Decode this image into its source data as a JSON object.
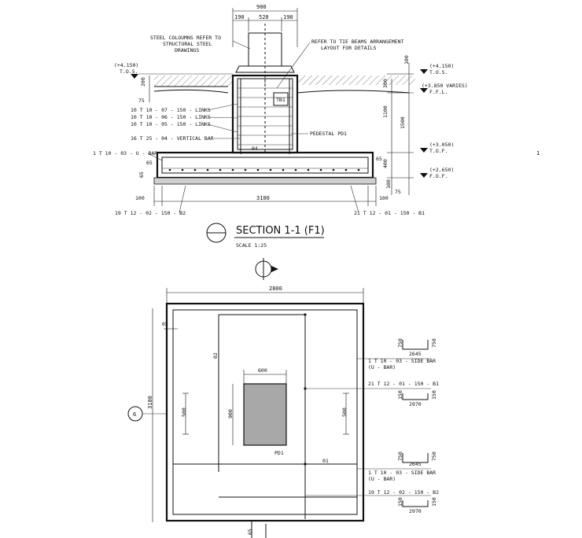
{
  "section": {
    "title": "SECTION 1-1 (F1)",
    "scale": "SCALE 1:25",
    "dims": {
      "top_total": "900",
      "top_left": "190",
      "top_mid": "520",
      "top_right": "190",
      "base": "3100",
      "left_100": "100",
      "right_100": "100",
      "right_100_top": "100",
      "d300": "300",
      "d1100": "1100",
      "d1500": "1500",
      "d400": "400",
      "d100_bottom": "100",
      "d75_bottom": "75",
      "left_200": "200",
      "left_75": "75",
      "left_65": "65",
      "left_65b": "65",
      "right_65": "65"
    },
    "levels": {
      "l4150_left": "(+4.150)",
      "l4150_left_sub": "T.O.S.",
      "l4150_right": "(+4.150)",
      "l4150_right_sub": "T.O.S.",
      "l3850": "(+3.850 VARIES)",
      "l3850_sub": "F.F.L.",
      "l3050": "(+3.050)",
      "l3050_sub": "T.O.F.",
      "l2650": "(+2.650)",
      "l2650_sub": "F.O.F."
    },
    "notes": {
      "steel_col_1": "STEEL COLOUMNS REFER TO",
      "steel_col_2": "STRUCTURAL STEEL",
      "steel_col_3": "DRAWINGS",
      "tie_1": "REFER TO TIE BEAMS ARRANGEMENT",
      "tie_2": "LAYOUT FOR DETAILS",
      "tb_tag": "TB1",
      "links_1": "10 T 10 - 07 - 150 - LINKS",
      "links_2": "10 T 10 - 06 - 150 - LINKS",
      "links_3": "10 T 10 - 05 - 150 - LINKS",
      "vert_bar": "16 T 25 - 04 - VERTICAL BAR",
      "pedestal": "PEDESTAL PD1",
      "ubar": "1 T 10 - 03 - U - BAR",
      "b2": "19 T 12 - 02 - 150 - B2",
      "b1": "21 T 12 - 01 - 150 - B1",
      "mark_04": "04"
    },
    "edge_mark": "1"
  },
  "plan": {
    "dims": {
      "width": "2800",
      "height": "3100",
      "ped_w": "600",
      "ped_h": "900",
      "side_65": "65",
      "left_500": "500",
      "right_500": "500",
      "bottom_65": "65"
    },
    "marks": {
      "m02": "02",
      "m01": "01",
      "pd1": "PD1",
      "grid": "6"
    },
    "notes": {
      "side_bar_1": "1 T 10 - 03 - SIDE BAR",
      "side_bar_1b": "(U - BAR)",
      "b1": "21 T 12 - 01 - 150 - B1",
      "side_bar_2": "1 T 10 - 03 - SIDE BAR",
      "side_bar_2b": "(U - BAR)",
      "b2": "19 T 12 - 02 - 150 - B2"
    },
    "bar_shapes": {
      "s1_a": "750",
      "s1_b": "2645",
      "s1_c": "750",
      "s2_a": "150",
      "s2_b": "2970",
      "s2_c": "150",
      "s3_a": "750",
      "s3_b": "2645",
      "s3_c": "750",
      "s4_a": "150",
      "s4_b": "2970",
      "s4_c": "150"
    }
  }
}
